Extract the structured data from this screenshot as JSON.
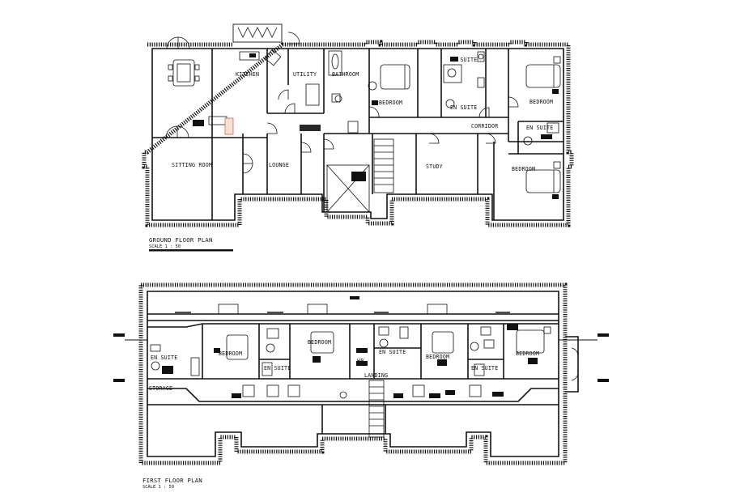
{
  "ground_floor": {
    "title": "GROUND FLOOR PLAN",
    "scale": "SCALE 1 : 50",
    "rooms": {
      "kitchen": "KITCHEN",
      "utility": "UTILITY",
      "bathroom": "BATHROOM",
      "en_suite_top": "EN SUITE",
      "en_suite_mid": "EN SUITE",
      "bedroom_center": "BEDROOM",
      "bedroom_right_top": "BEDROOM",
      "corridor": "CORRIDOR",
      "en_suite_right": "EN SUITE",
      "sitting_room": "SITTING ROOM",
      "lounge": "LOUNGE",
      "study": "STUDY",
      "bedroom_right_bottom": "BEDROOM"
    }
  },
  "first_floor": {
    "title": "FIRST FLOOR PLAN",
    "scale": "SCALE 1 : 50",
    "rooms": {
      "en_suite_left": "EN SUITE",
      "bedroom_1": "BEDROOM",
      "en_suite_2": "EN SUITE",
      "bedroom_2": "BEDROOM",
      "hp": "HP",
      "en_suite_3": "EN SUITE",
      "bedroom_3": "BEDROOM",
      "en_suite_4": "EN SUITE",
      "bedroom_4": "BEDROOM",
      "storage": "STORAGE",
      "landing": "LANDING"
    }
  },
  "colors": {
    "line": "#111111",
    "hatch_stroke": "#c0392b",
    "hatch_fill": "#f3e2d2",
    "background": "#ffffff"
  }
}
